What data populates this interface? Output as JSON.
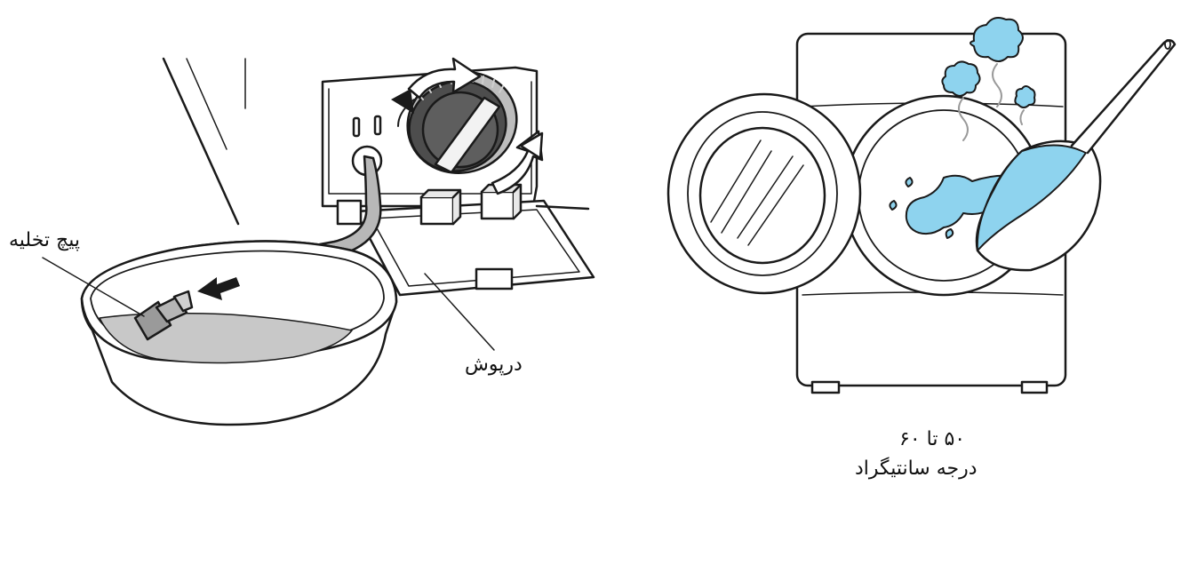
{
  "labels": {
    "drain_plug": "پیچ تخلیه",
    "cover": "درپوش",
    "temperature_range": "۵۰ تا ۶۰",
    "temperature_unit": "درجه سانتیگراد"
  },
  "colors": {
    "line": "#1a1a1a",
    "metal_fill": "#b3b3b3",
    "dark_fill": "#555555",
    "basin_water": "#c8c8c8",
    "water_blue": "#8ed3ee",
    "steam_blue": "#8ed3ee"
  },
  "icons": [
    "rotate-arrow-icon",
    "arrow-left-icon",
    "steam-icon"
  ]
}
